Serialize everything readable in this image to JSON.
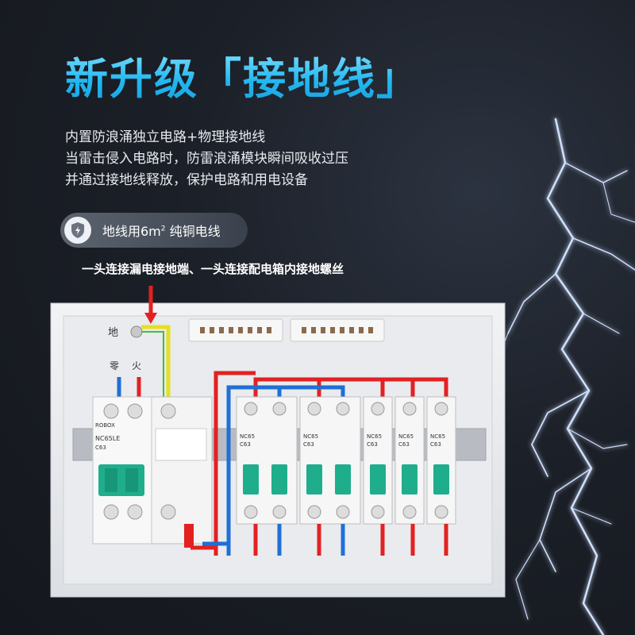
{
  "title": "新升级「接地线」",
  "description": [
    "内置防浪涌独立电路+物理接地线",
    "当雷击侵入电路时，防雷浪涌模块瞬间吸收过压",
    "并通过接地线释放，保护电路和用电设备"
  ],
  "badge": {
    "icon": "shield-lightning-icon",
    "text_main": "地线用6m",
    "text_sup": "2",
    "text_rest": " 纯铜电线"
  },
  "callout": "一头连接漏电接地端、一头连接配电箱内接地螺丝",
  "box_labels": {
    "ground": "地",
    "neutral": "零",
    "live": "火"
  },
  "main_breaker": {
    "brand": "ROBOX",
    "model": "NC65LE",
    "rating": "C63"
  },
  "breakers": [
    {
      "model": "NC65",
      "rating": "C63"
    },
    {
      "model": "NC65",
      "rating": "C63"
    },
    {
      "model": "NC65",
      "rating": "C63"
    },
    {
      "model": "NC65",
      "rating": "C63"
    },
    {
      "model": "NC65",
      "rating": "C63"
    }
  ],
  "colors": {
    "title_accent": "#22b7f0",
    "live_wire": "#e32121",
    "neutral_wire": "#1f6fd6",
    "ground_wire": "#e6e021",
    "breaker_toggle": "#1fae8c",
    "lightning": "#9fc2ff"
  }
}
